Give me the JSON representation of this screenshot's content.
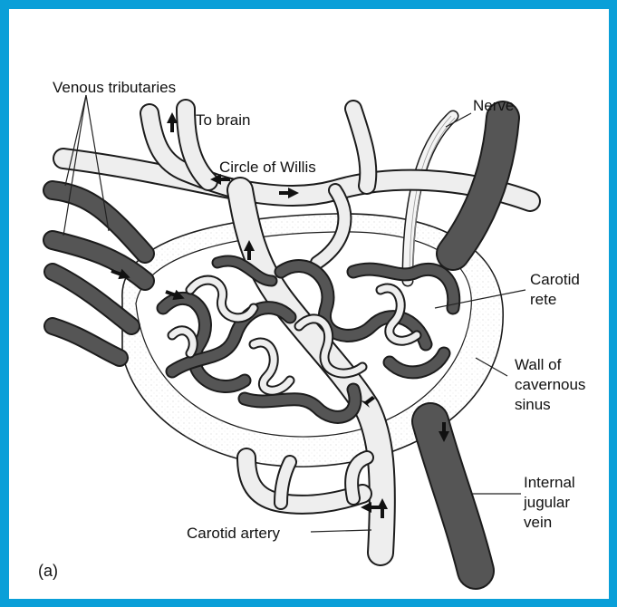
{
  "labels": {
    "venous_tributaries": "Venous tributaries",
    "to_brain": "To brain",
    "nerve": "Nerve",
    "circle_of_willis": "Circle of Willis",
    "carotid_rete_line1": "Carotid",
    "carotid_rete_line2": "rete",
    "wall_line1": "Wall of",
    "wall_line2": "cavernous",
    "wall_line3": "sinus",
    "ijv_line1": "Internal",
    "ijv_line2": "jugular",
    "ijv_line3": "vein",
    "carotid_artery": "Carotid artery",
    "panel": "(a)"
  },
  "colors": {
    "frame": "#0a9fd8",
    "background": "#ffffff",
    "vein": "#555555",
    "artery": "#eeeeee",
    "outline": "#1c1c1c"
  }
}
